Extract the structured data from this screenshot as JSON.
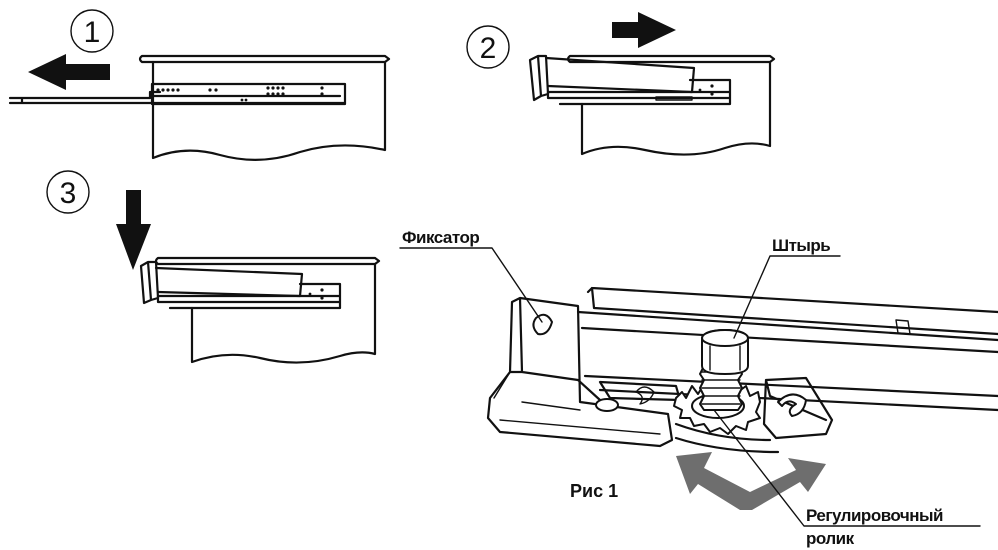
{
  "steps": [
    {
      "number": "1"
    },
    {
      "number": "2"
    },
    {
      "number": "3"
    }
  ],
  "labels": {
    "latch": "Фиксатор",
    "pin": "Штырь",
    "roller_line1": "Регулировочный",
    "roller_line2": "ролик",
    "figure": "Рис 1"
  },
  "colors": {
    "line": "#111111",
    "arrow_gray": "#6e6e6e",
    "background": "#ffffff"
  }
}
